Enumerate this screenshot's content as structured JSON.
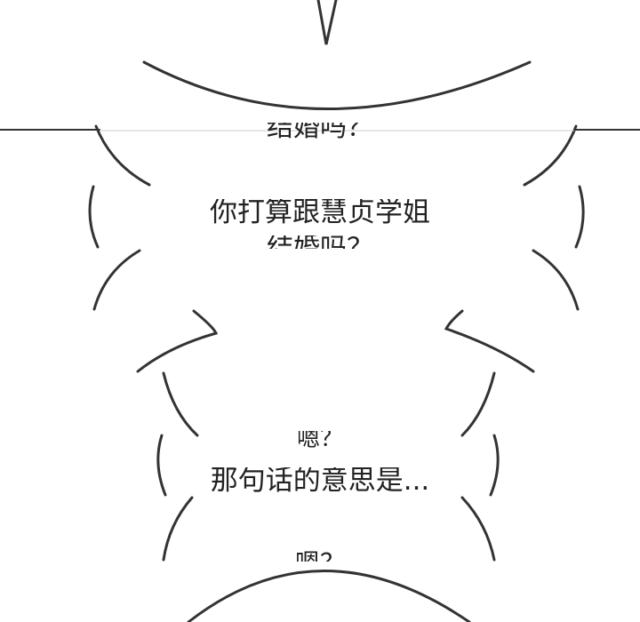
{
  "panel": {
    "bubble1_top_fragment": "结婚吗？",
    "bubble2_line1": "你打算跟慧贞学姐",
    "bubble2_line2_fragment": "结婚吗？",
    "bubble3_top_fragment": "嗯？",
    "bubble3_line1": "那句话的意思是...",
    "bubble3_bottom_fragment": "嗯？"
  },
  "colors": {
    "ink": "#333333",
    "background": "#ffffff",
    "seam": "#cccccc"
  }
}
